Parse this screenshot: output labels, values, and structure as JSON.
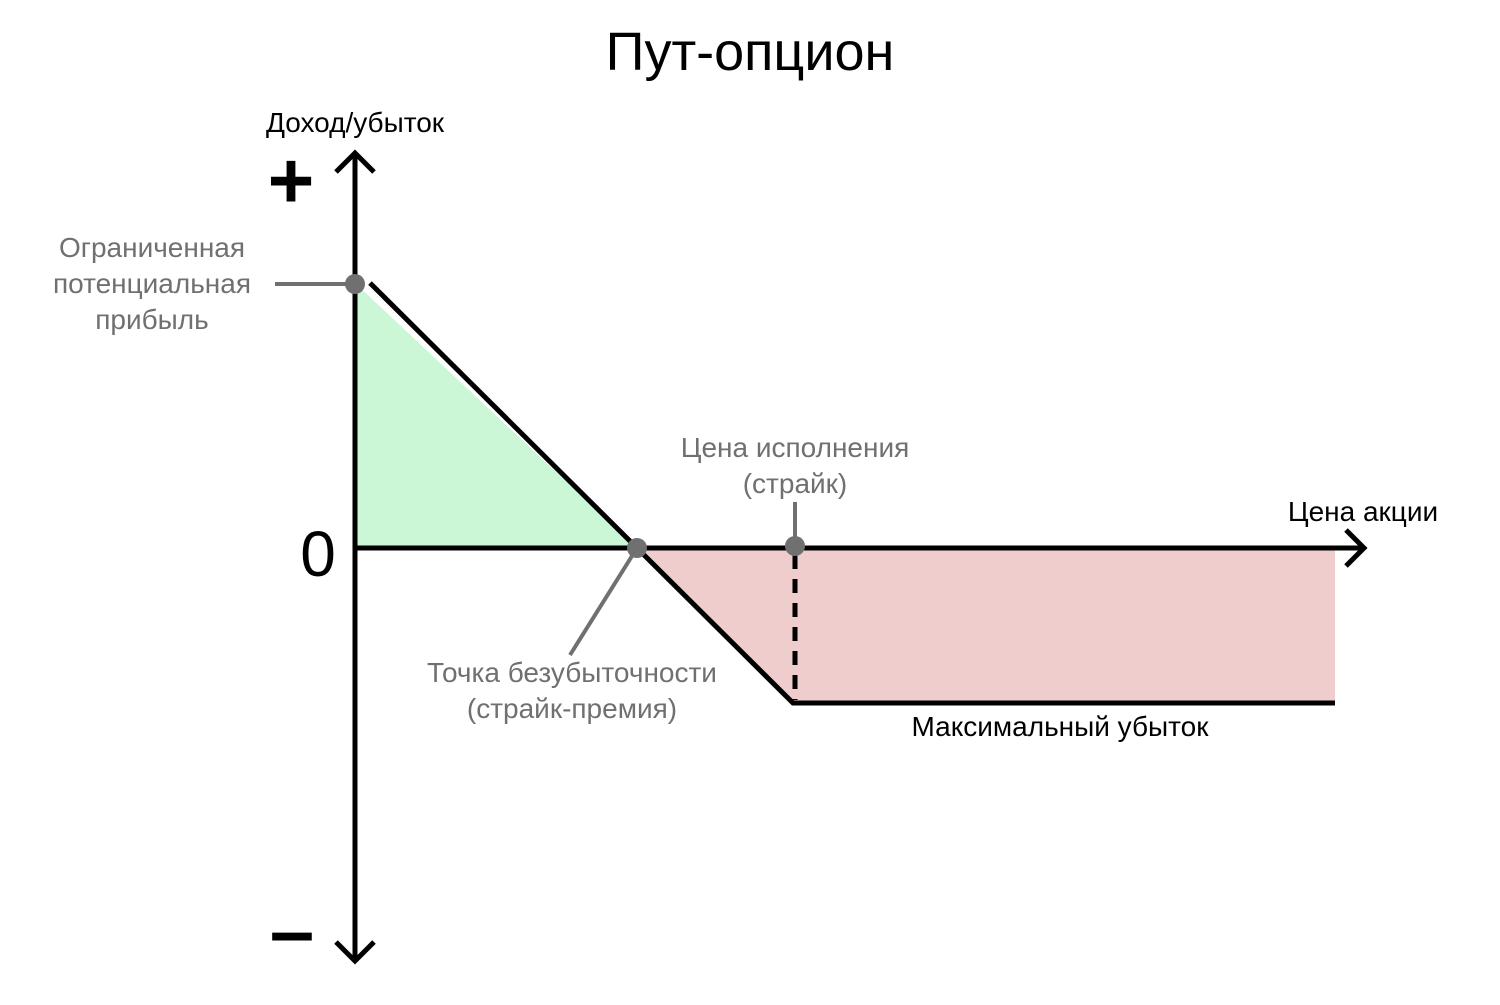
{
  "title": "Пут-опцион",
  "y_axis_label": "Доход/убыток",
  "x_axis_label": "Цена акции",
  "y_plus": "+",
  "y_zero": "0",
  "y_minus": "–",
  "annotations": {
    "max_profit": [
      "Ограниченная",
      "потенциальная",
      "прибыль"
    ],
    "strike": [
      "Цена исполнения",
      "(страйк)"
    ],
    "breakeven": [
      "Точка безубыточности",
      "(страйк-премия)"
    ],
    "max_loss": "Максимальный убыток"
  },
  "colors": {
    "profit_fill": "#ccf7d6",
    "loss_fill": "#f0cdcd",
    "line": "#000000",
    "marker": "#707070"
  }
}
